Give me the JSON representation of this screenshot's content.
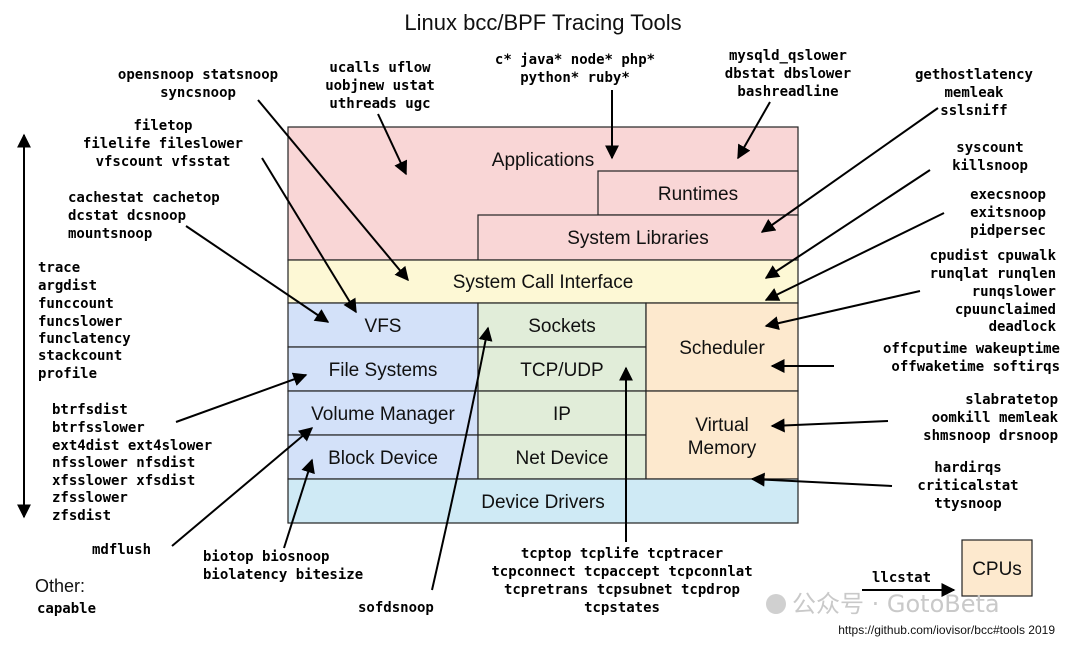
{
  "title": "Linux bcc/BPF Tracing Tools",
  "layers": {
    "applications": "Applications",
    "runtimes": "Runtimes",
    "system_libraries": "System Libraries",
    "syscall_interface": "System Call Interface",
    "vfs": "VFS",
    "file_systems": "File Systems",
    "volume_manager": "Volume Manager",
    "block_device": "Block Device",
    "sockets": "Sockets",
    "tcp_udp": "TCP/UDP",
    "ip": "IP",
    "net_device": "Net Device",
    "scheduler": "Scheduler",
    "virtual_memory_1": "Virtual",
    "virtual_memory_2": "Memory",
    "device_drivers": "Device Drivers",
    "cpus": "CPUs"
  },
  "tools": {
    "opensnoop": [
      "opensnoop statsnoop",
      "syncsnoop"
    ],
    "ucalls": [
      "ucalls uflow",
      "uobjnew ustat",
      "uthreads ugc"
    ],
    "java": [
      "c* java* node* php*",
      "python* ruby*"
    ],
    "mysqld": [
      "mysqld_qslower",
      "dbstat dbslower",
      "bashreadline"
    ],
    "gethostlatency": [
      "gethostlatency",
      "memleak",
      "sslsniff"
    ],
    "filetop": [
      "filetop",
      "filelife fileslower",
      "vfscount vfsstat"
    ],
    "syscount": [
      "syscount",
      "killsnoop"
    ],
    "cachestat": [
      "cachestat cachetop",
      "dcstat dcsnoop",
      "mountsnoop"
    ],
    "execsnoop": [
      "execsnoop",
      "exitsnoop",
      "pidpersec"
    ],
    "trace": [
      "trace",
      "argdist",
      "funccount",
      "funcslower",
      "funclatency",
      "stackcount",
      "profile"
    ],
    "cpudist": [
      "cpudist cpuwalk",
      "runqlat runqlen",
      "runqslower",
      "cpuunclaimed",
      "deadlock"
    ],
    "offcputime": [
      "offcputime wakeuptime",
      "offwaketime softirqs"
    ],
    "btrfsdist": [
      "btrfsdist",
      "btrfsslower",
      "ext4dist ext4slower",
      "nfsslower nfsdist",
      "xfsslower xfsdist",
      "zfsslower",
      "zfsdist"
    ],
    "slabratetop": [
      "slabratetop",
      "oomkill memleak",
      "shmsnoop drsnoop"
    ],
    "hardirqs": [
      "hardirqs",
      "criticalstat",
      "ttysnoop"
    ],
    "mdflush": [
      "mdflush"
    ],
    "biotop": [
      "biotop biosnoop",
      "biolatency bitesize"
    ],
    "sofdsnoop": [
      "sofdsnoop"
    ],
    "tcptop": [
      "tcptop tcplife tcptracer",
      "tcpconnect tcpaccept tcpconnlat",
      "tcpretrans tcpsubnet tcpdrop",
      "tcpstates"
    ],
    "llcstat": [
      "llcstat"
    ]
  },
  "other_label": "Other:",
  "other_tool": "capable",
  "footer_url": "https://github.com/iovisor/bcc#tools 2019",
  "watermark": "公众号 · GotoBeta",
  "colors": {
    "applications": "#f9d6d6",
    "syscall": "#fdf8d5",
    "storage": "#d3e1f9",
    "network": "#e1edd9",
    "cpu_memory": "#fde9ce",
    "drivers": "#cfeaf5"
  }
}
